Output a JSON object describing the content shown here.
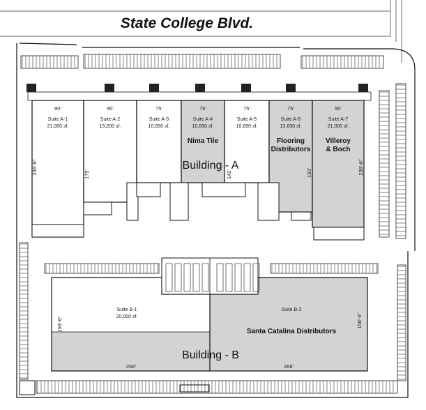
{
  "street": "State College Blvd.",
  "building_a": {
    "label": "Building - A",
    "suites": [
      {
        "id": "Suite A-1",
        "size": "21,000 sf.",
        "width": "90'",
        "tenant": "",
        "leased": false
      },
      {
        "id": "Suite A-2",
        "size": "15,200 sf.",
        "width": "90'",
        "tenant": "",
        "leased": false
      },
      {
        "id": "Suite A-3",
        "size": "10,650 sf.",
        "width": "75'",
        "tenant": "",
        "leased": false
      },
      {
        "id": "Suite A-4",
        "size": "10,650 sf.",
        "width": "75'",
        "tenant": "Nima Tile",
        "leased": true
      },
      {
        "id": "Suite A-5",
        "size": "10,650 sf.",
        "width": "75'",
        "tenant": "",
        "leased": false
      },
      {
        "id": "Suite A-6",
        "size": "13,650 sf.",
        "width": "75'",
        "tenant": "Flooring Distributors",
        "leased": true
      },
      {
        "id": "Suite A-7",
        "size": "21,000 sf.",
        "width": "90'",
        "tenant": "Villeroy & Boch",
        "leased": true
      }
    ],
    "depths": {
      "a1": "236'-6\"",
      "a2": "175'",
      "a5": "142'",
      "a6": "193'",
      "a7": "236'-6\""
    }
  },
  "building_b": {
    "label": "Building - B",
    "suites": [
      {
        "id": "Suite B-1",
        "size": "20,000 sf.",
        "tenant": "",
        "width": "268'",
        "depth": "158'-6\""
      },
      {
        "id": "Suite B-2",
        "size": "",
        "tenant": "Santa Catalina Distributors",
        "width": "268'",
        "depth": "158'-6\""
      }
    ]
  },
  "colors": {
    "leased": "#d3d3d3",
    "vacant": "#ffffff",
    "line": "#111111"
  }
}
